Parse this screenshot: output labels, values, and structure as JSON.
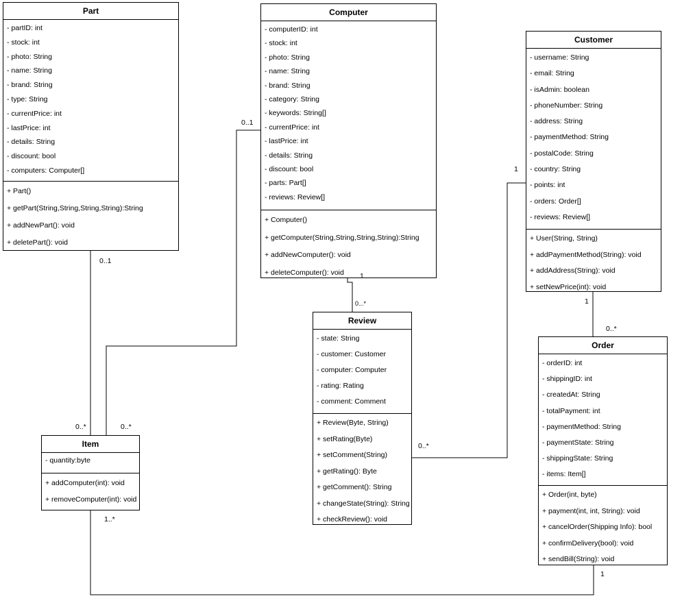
{
  "classes": [
    {
      "id": "part",
      "name": "Part",
      "attributes": [
        "- partID: int",
        "- stock: int",
        "- photo: String",
        "- name: String",
        "- brand: String",
        "- type: String",
        "- currentPrice: int",
        "- lastPrice: int",
        "- details: String",
        "- discount: bool",
        "- computers: Computer[]"
      ],
      "operations": [
        "+ Part()",
        "+ getPart(String,String,String,String):String",
        "+ addNewPart(): void",
        "+ deletePart(): void"
      ]
    },
    {
      "id": "computer",
      "name": "Computer",
      "attributes": [
        "- computerID: int",
        "- stock: int",
        "- photo: String",
        "- name: String",
        "- brand: String",
        "- category: String",
        "- keywords: String[]",
        "- currentPrice: int",
        "- lastPrice: int",
        "- details: String",
        "- discount: bool",
        "- parts: Part[]",
        "- reviews: Review[]"
      ],
      "operations": [
        "+ Computer()",
        "+ getComputer(String,String,String,String):String",
        "+ addNewComputer(): void",
        "+ deleteComputer(): void"
      ]
    },
    {
      "id": "customer",
      "name": "Customer",
      "attributes": [
        "- username: String",
        "- email: String",
        "- isAdmin: boolean",
        "- phoneNumber: String",
        "- address: String",
        "- paymentMethod: String",
        "- postalCode: String",
        "- country: String",
        "- points: int",
        "- orders: Order[]",
        "- reviews: Review[]"
      ],
      "operations": [
        "+ User(String, String)",
        "+ addPaymentMethod(String): void",
        "+ addAddress(String): void",
        "+ setNewPrice(int): void"
      ]
    },
    {
      "id": "review",
      "name": "Review",
      "attributes": [
        "- state: String",
        "- customer: Customer",
        "- computer: Computer",
        "- rating: Rating",
        "- comment: Comment"
      ],
      "operations": [
        "+ Review(Byte, String)",
        "+ setRating(Byte)",
        "+ setComment(String)",
        "+ getRating(): Byte",
        "+ getComment(): String",
        "+ changeState(String): String",
        "+ checkReview(): void"
      ]
    },
    {
      "id": "order",
      "name": "Order",
      "attributes": [
        "- orderID: int",
        "- shippingID: int",
        "- createdAt: String",
        "- totalPayment: int",
        "- paymentMethod: String",
        "- paymentState: String",
        "- shippingState: String",
        "- items: Item[]"
      ],
      "operations": [
        "+ Order(int, byte)",
        "+ payment(int, int, String): void",
        "+ cancelOrder(Shipping Info): bool",
        "+ confirmDelivery(bool): void",
        "+ sendBill(String): void"
      ]
    },
    {
      "id": "item",
      "name": "Item",
      "attributes": [
        "- quantity:byte"
      ],
      "operations": [
        "+ addComputer(int): void",
        "+ removeComputer(int): void"
      ]
    }
  ],
  "multiplicities": [
    {
      "id": "part-item-part-end",
      "text": "0..1"
    },
    {
      "id": "part-item-item-end",
      "text": "0..*"
    },
    {
      "id": "computer-item-computer-end",
      "text": "0..1"
    },
    {
      "id": "computer-item-item-end",
      "text": "0..*"
    },
    {
      "id": "computer-review-computer-end",
      "text": "1"
    },
    {
      "id": "computer-review-review-end",
      "text": "0...*"
    },
    {
      "id": "customer-review-customer-end",
      "text": "1"
    },
    {
      "id": "customer-review-review-end",
      "text": "0..*"
    },
    {
      "id": "customer-order-customer-end",
      "text": "1"
    },
    {
      "id": "customer-order-order-end",
      "text": "0..*"
    },
    {
      "id": "item-order-item-end",
      "text": "1..*"
    },
    {
      "id": "item-order-order-end",
      "text": "1"
    }
  ]
}
